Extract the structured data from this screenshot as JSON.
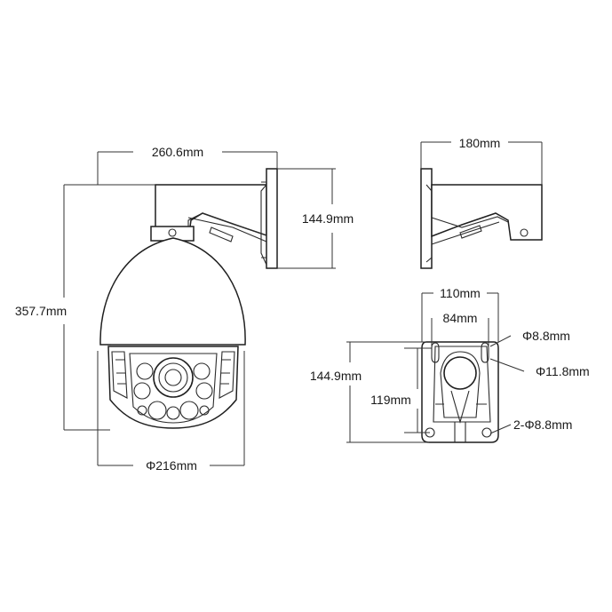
{
  "views": {
    "front": {
      "width_label": "260.6mm",
      "height_label": "357.7mm",
      "dome_label": "Φ216mm",
      "mount_height_label": "144.9mm"
    },
    "side": {
      "width_label": "180mm"
    },
    "base_plate": {
      "width_label": "110mm",
      "hole_spacing_label": "84mm",
      "height_label": "144.9mm",
      "hole_vertical_label": "119mm",
      "hole_top_label": "Φ8.8mm",
      "hole_large_label": "Φ11.8mm",
      "hole_bottom_label": "2-Φ8.8mm"
    }
  }
}
